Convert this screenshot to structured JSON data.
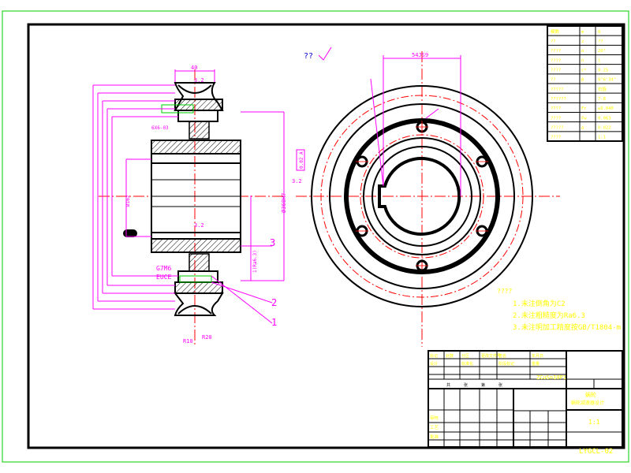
{
  "colors": {
    "outline": "#000000",
    "dimension": "#ff00ff",
    "centerline": "#ff0000",
    "note": "#ffff00",
    "table": "#00cc00",
    "hatch": "#000000",
    "leader_tag": "#00ff00"
  },
  "view_labels": {
    "roughness_mark": "??"
  },
  "dimensions": {
    "hub_width": "40",
    "bore_width": "54JS9",
    "groove_r": "R20",
    "groove_r_small": "R10",
    "fit_h7": "G7M6",
    "fit_small": "EUCE",
    "slot_dim": "6X6-03",
    "keyway_note": "0.02 A",
    "finish_a": "3.2",
    "finish_b": "3.2",
    "finish_c": "3.2",
    "side_note": "1(Ra6.3)",
    "shaft_dia": "Ø360H7",
    "hub_dia": "Ø162"
  },
  "callouts": [
    "1",
    "2",
    "3"
  ],
  "tech_notes": {
    "title": "????",
    "lines": [
      "1.未注倒角为C2",
      "2.未注粗糙度为Ra6.3",
      "3.未注明加工精度按GB/T1804-m"
    ]
  },
  "param_table": {
    "rows": [
      [
        "模数",
        "m",
        "8"
      ],
      [
        "??",
        "z",
        "??"
      ],
      [
        "????",
        "α",
        "20°"
      ],
      [
        "????",
        "h",
        "1"
      ],
      [
        "????",
        "c*",
        "0.25"
      ],
      [
        "??",
        "β",
        "8°6'34\""
      ],
      [
        "?????",
        "",
        "右旋"
      ],
      [
        "??????",
        "",
        "7-8"
      ],
      [
        "????",
        "Fr",
        "±0.040"
      ],
      [
        "????",
        "Fw",
        "0.063"
      ],
      [
        "?????",
        "Δ",
        "0.022"
      ],
      [
        "????",
        "",
        "1:1"
      ]
    ]
  },
  "title_block": {
    "top_rows": [
      [
        "标记",
        "处数",
        "分区",
        "更改文件号",
        "签名",
        "年月日"
      ],
      [
        "设计",
        "",
        "标准化",
        "",
        "阶段标记",
        "重量"
      ]
    ],
    "part_name": "蜗轮",
    "part_name_sub": "蜗轮减速器设计",
    "scale": "1:1",
    "drawing_no": "LYGCL-02",
    "material": "ZCuSn10P1",
    "left_rows": [
      "审核",
      "工艺",
      "批准"
    ],
    "cell_labels": [
      "共",
      "张",
      "第",
      "张"
    ]
  }
}
